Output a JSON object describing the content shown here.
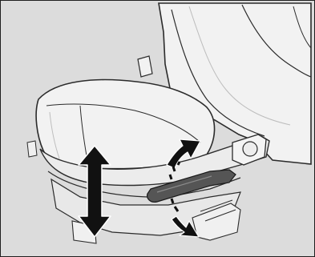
{
  "figure": {
    "subject": "car-seat-height-adjustment",
    "colors": {
      "background": "#dcdcdc",
      "seat_fill": "#f2f2f2",
      "seat_shadow": "#e4e4e4",
      "outline": "#2b2b2b",
      "lever": "#444444",
      "arrow": "#111111",
      "border": "#1f1f1f"
    },
    "icons": {
      "vertical_arrow": "double-headed-up-down-arrow",
      "pump_up_arrow": "curved-arrow-up-right",
      "pump_down_arrow": "curved-arrow-down-right"
    }
  }
}
